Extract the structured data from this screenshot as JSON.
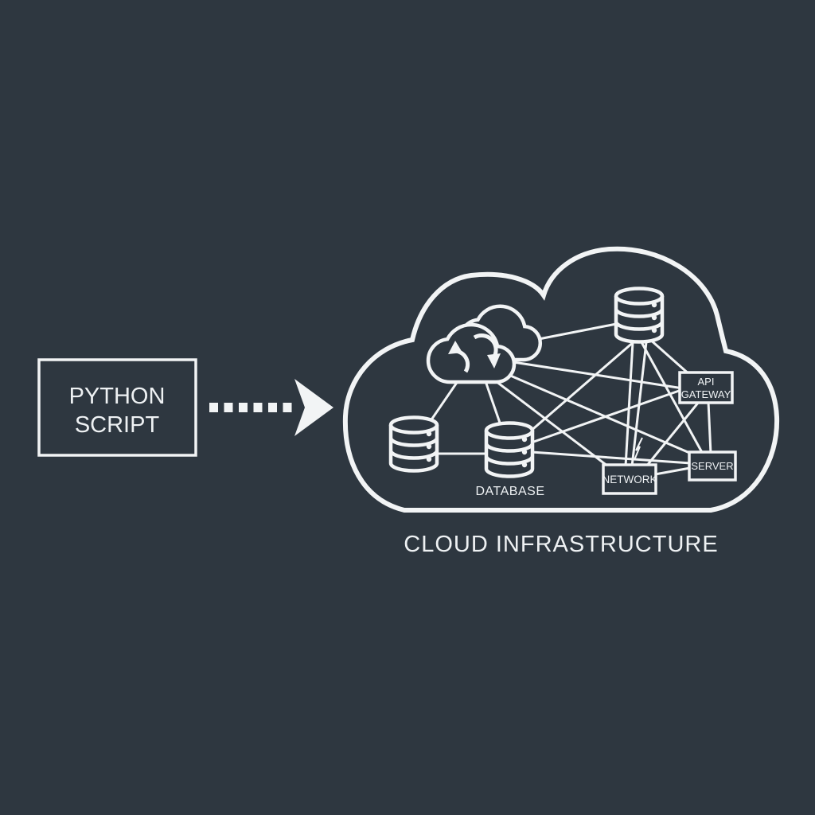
{
  "theme": {
    "background": "#2e3740",
    "line_color": "#f2f4f5",
    "text_color": "#eef1f3"
  },
  "source_box": {
    "label_line1": "PYTHON",
    "label_line2": "SCRIPT"
  },
  "connector": {
    "icon": "dashed-arrow-right-icon"
  },
  "cloud": {
    "caption": "CLOUD INFRASTRUCTURE",
    "icons": {
      "sync": "cloud-sync-icon",
      "storage": "database-cylinder-icon"
    },
    "labels": {
      "database": "DATABASE",
      "api_gateway_line1": "API",
      "api_gateway_line2": "GATEWAY",
      "network": "NETWORK",
      "server": "SERVER"
    }
  }
}
